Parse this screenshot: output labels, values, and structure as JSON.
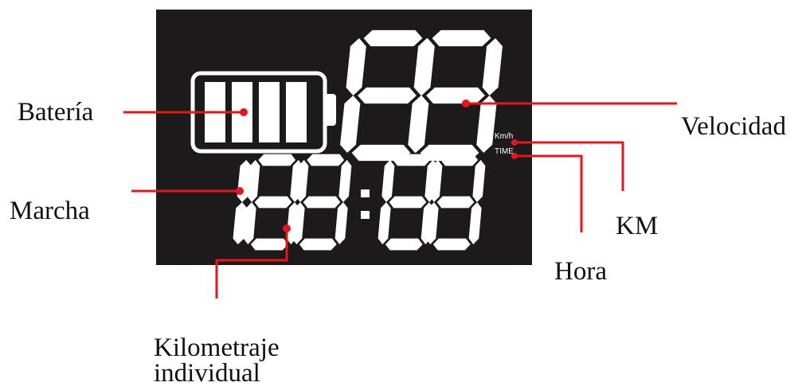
{
  "display": {
    "panel_color": "#1c1a1b",
    "segment_color": "#ffffff",
    "unit_speed": "Km/h",
    "unit_time": "TIME"
  },
  "labels": {
    "bateria": "Batería",
    "marcha": "Marcha",
    "velocidad": "Velocidad",
    "km": "KM",
    "hora": "Hora",
    "kilometraje_line1": "Kilometraje",
    "kilometraje_line2": "individual"
  },
  "callout_color": "#e8141c"
}
